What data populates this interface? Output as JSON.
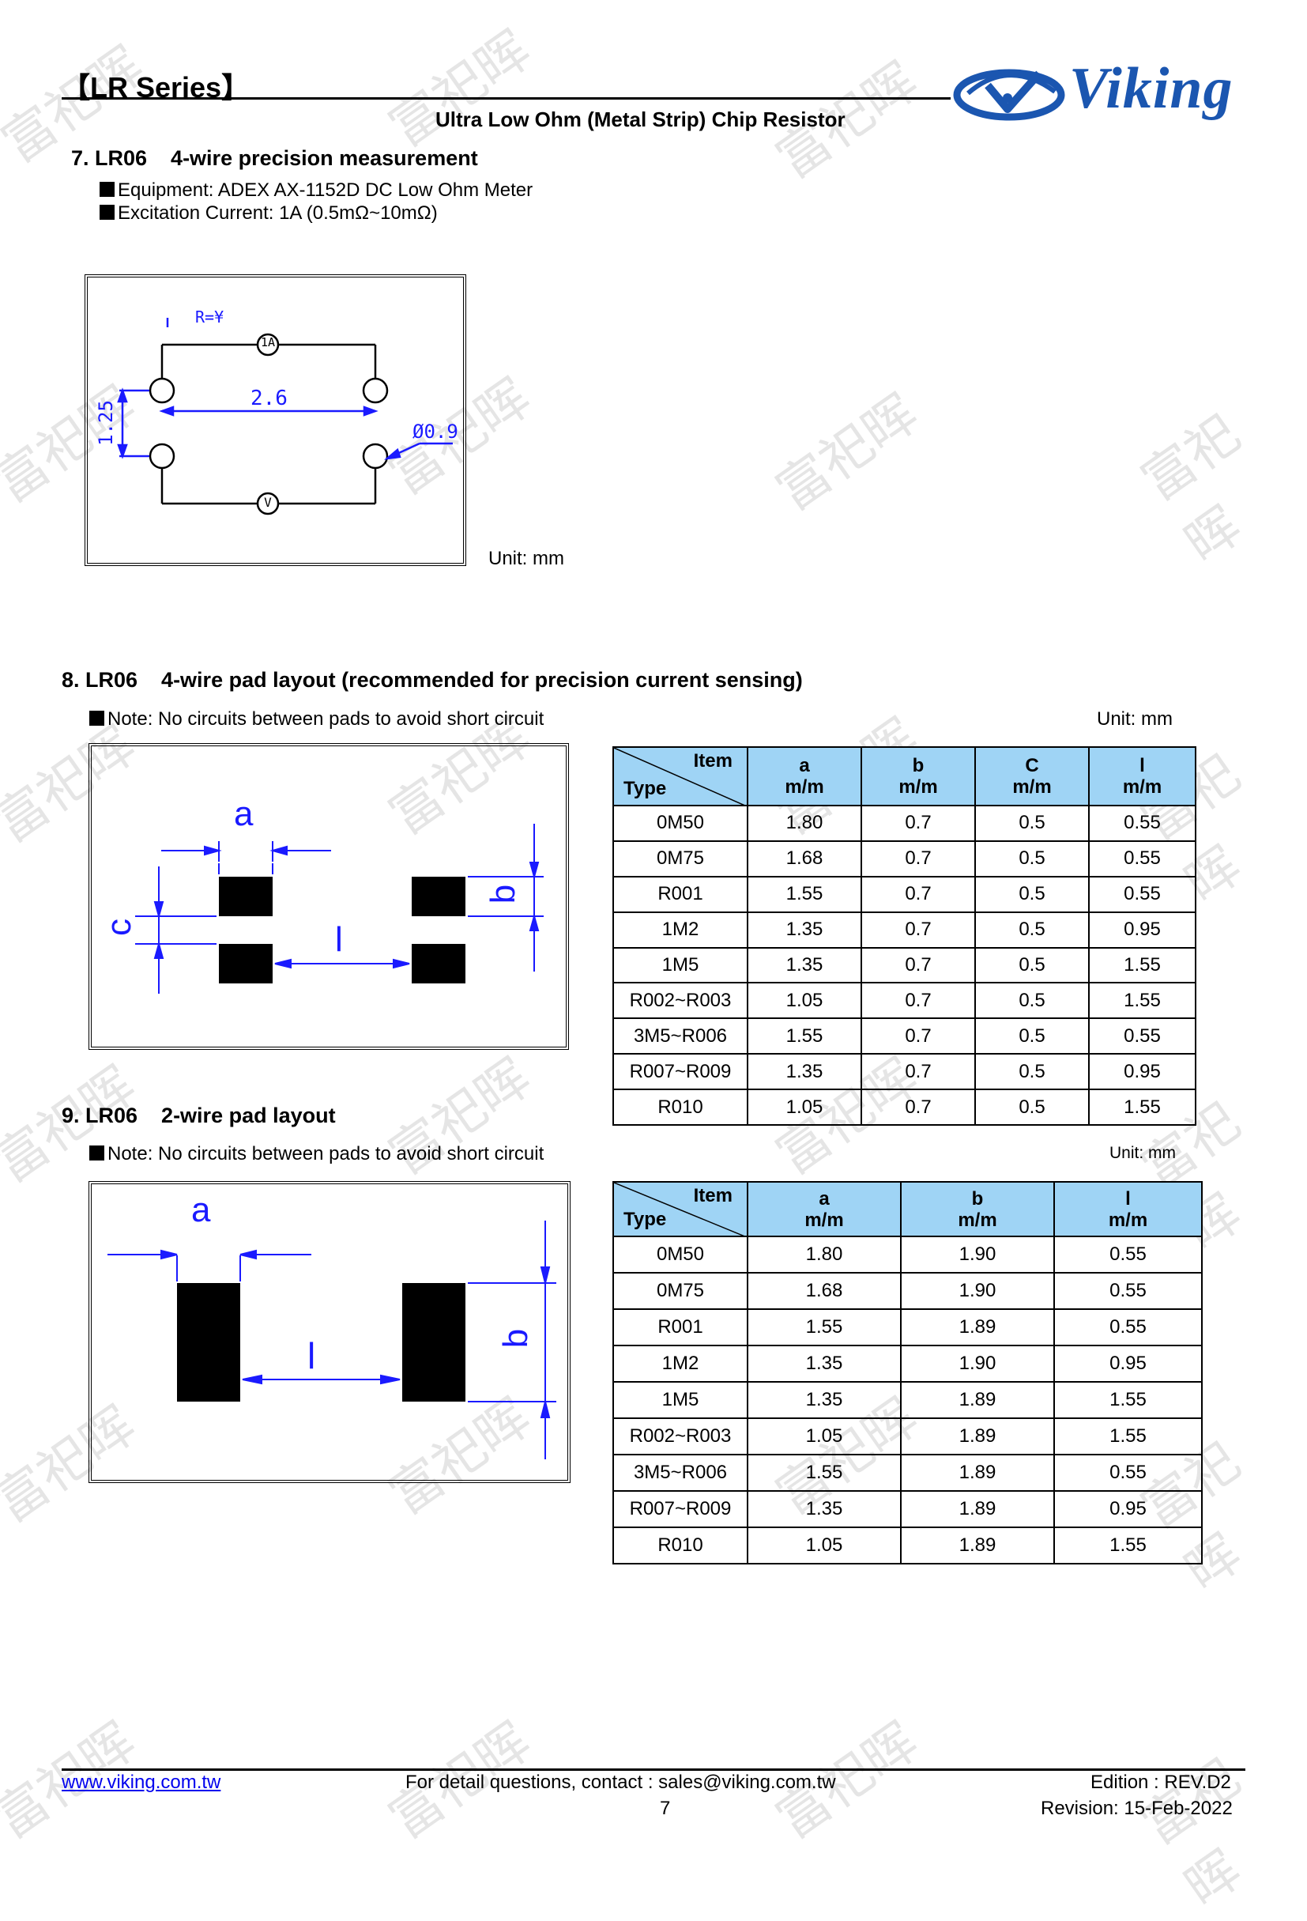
{
  "header": {
    "series": "【LR Series】",
    "subtitle": "Ultra Low Ohm (Metal Strip) Chip Resistor",
    "logo_text": "Viking",
    "logo_icon": "viking-eye-logo-icon"
  },
  "watermark": "富祀晖",
  "section7": {
    "title": "7. LR06    4-wire precision measurement",
    "equipment": "Equipment: ADEX AX-1152D DC Low Ohm Meter",
    "current": "Excitation Current: 1A (0.5mΩ~10mΩ)",
    "diagram": {
      "r_label": "R=¥",
      "ammeter": "1A",
      "voltmeter": "V",
      "width_label": "2.6",
      "height_label": "1.25",
      "dia_label": "Ø0.9"
    },
    "unit": "Unit: mm"
  },
  "section8": {
    "title": "8. LR06    4-wire pad layout (recommended for precision current sensing)",
    "note": "Note: No circuits between pads to avoid short circuit",
    "unit": "Unit: mm",
    "diagram": {
      "a": "a",
      "b": "b",
      "c": "c",
      "l": "l"
    },
    "table": {
      "corner_item": "Item",
      "corner_type": "Type",
      "headers": [
        [
          "a",
          "m/m"
        ],
        [
          "b",
          "m/m"
        ],
        [
          "C",
          "m/m"
        ],
        [
          "l",
          "m/m"
        ]
      ],
      "rows": [
        [
          "0M50",
          "1.80",
          "0.7",
          "0.5",
          "0.55"
        ],
        [
          "0M75",
          "1.68",
          "0.7",
          "0.5",
          "0.55"
        ],
        [
          "R001",
          "1.55",
          "0.7",
          "0.5",
          "0.55"
        ],
        [
          "1M2",
          "1.35",
          "0.7",
          "0.5",
          "0.95"
        ],
        [
          "1M5",
          "1.35",
          "0.7",
          "0.5",
          "1.55"
        ],
        [
          "R002~R003",
          "1.05",
          "0.7",
          "0.5",
          "1.55"
        ],
        [
          "3M5~R006",
          "1.55",
          "0.7",
          "0.5",
          "0.55"
        ],
        [
          "R007~R009",
          "1.35",
          "0.7",
          "0.5",
          "0.95"
        ],
        [
          "R010",
          "1.05",
          "0.7",
          "0.5",
          "1.55"
        ]
      ]
    }
  },
  "section9": {
    "title": "9. LR06    2-wire pad layout",
    "note": "Note: No circuits between pads to avoid short circuit",
    "unit": "Unit: mm",
    "diagram": {
      "a": "a",
      "b": "b",
      "l": "l"
    },
    "table": {
      "corner_item": "Item",
      "corner_type": "Type",
      "headers": [
        [
          "a",
          "m/m"
        ],
        [
          "b",
          "m/m"
        ],
        [
          "l",
          "m/m"
        ]
      ],
      "rows": [
        [
          "0M50",
          "1.80",
          "1.90",
          "0.55"
        ],
        [
          "0M75",
          "1.68",
          "1.90",
          "0.55"
        ],
        [
          "R001",
          "1.55",
          "1.89",
          "0.55"
        ],
        [
          "1M2",
          "1.35",
          "1.90",
          "0.95"
        ],
        [
          "1M5",
          "1.35",
          "1.89",
          "1.55"
        ],
        [
          "R002~R003",
          "1.05",
          "1.89",
          "1.55"
        ],
        [
          "3M5~R006",
          "1.55",
          "1.89",
          "0.55"
        ],
        [
          "R007~R009",
          "1.35",
          "1.89",
          "0.95"
        ],
        [
          "R010",
          "1.05",
          "1.89",
          "1.55"
        ]
      ]
    }
  },
  "footer": {
    "website": "www.viking.com.tw",
    "contact": "For detail questions, contact : sales@viking.com.tw",
    "page": "7",
    "edition": "Edition : REV.D2",
    "revision": "Revision: 15-Feb-2022"
  },
  "colors": {
    "table_header": "#9fd4f5",
    "dimension_blue": "#1a1aff",
    "logo_blue": "#1b56b0"
  }
}
